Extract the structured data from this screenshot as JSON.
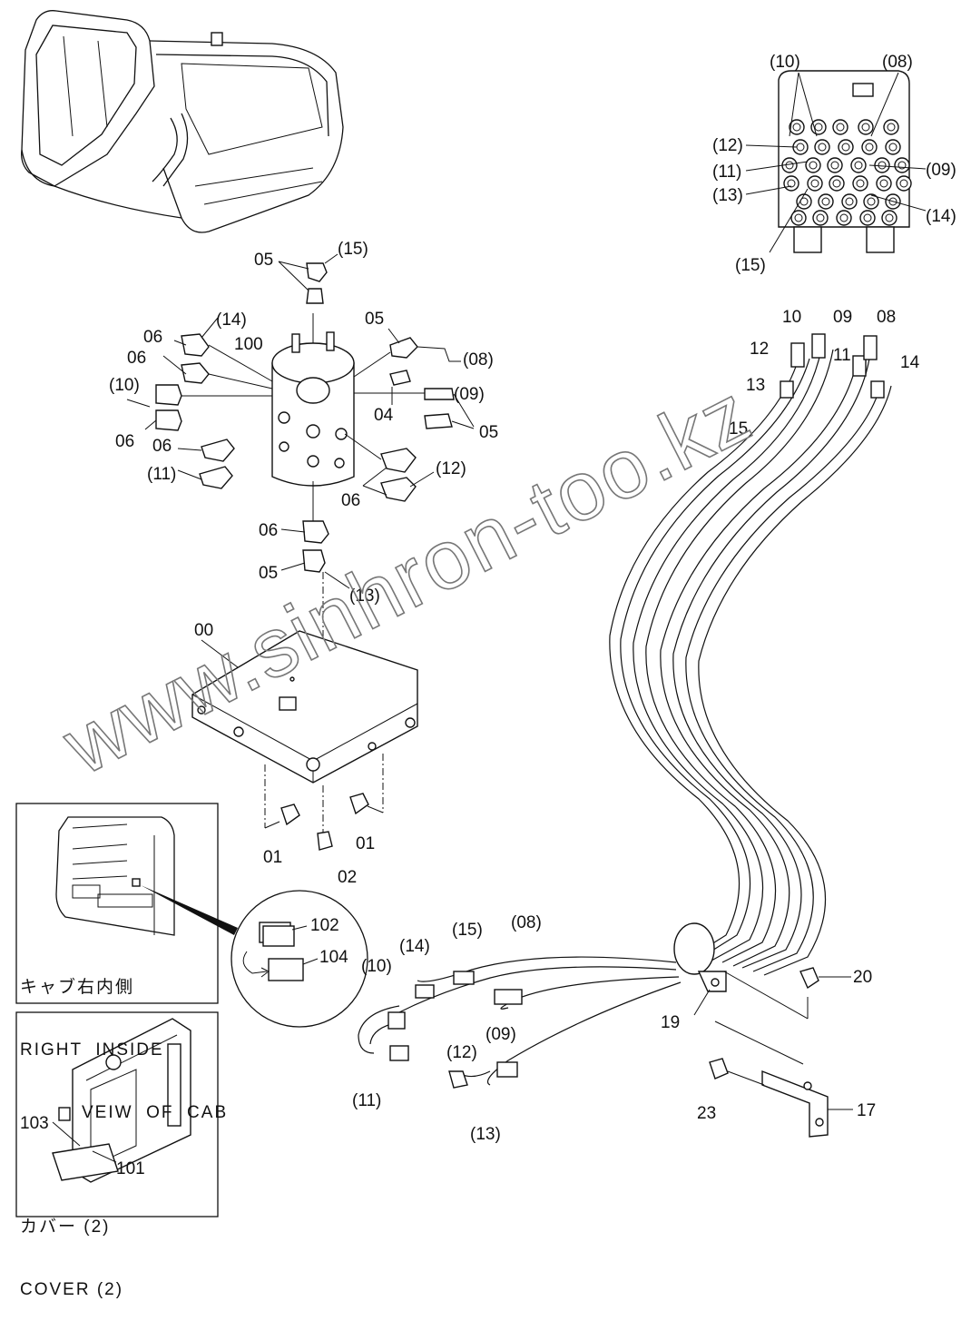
{
  "labels": {
    "main": {
      "p100": "100",
      "p00": "00",
      "p01a": "01",
      "p01b": "01",
      "p02": "02",
      "p04": "04",
      "p05_top": "05",
      "p05_right": "05",
      "p05_r2": "05",
      "p05_bot": "05",
      "p06_a": "06",
      "p06_b": "06",
      "p06_c": "06",
      "p06_d": "06",
      "p06_e": "06",
      "p06_f": "06",
      "h15": "(15)",
      "h14": "(14)",
      "h10": "(10)",
      "h11": "(11)",
      "h08": "(08)",
      "h09": "(09)",
      "h12": "(12)",
      "h13": "(13)"
    },
    "valve": {
      "v10": "(10)",
      "v08": "(08)",
      "v12": "(12)",
      "v11": "(11)",
      "v09": "(09)",
      "v13": "(13)",
      "v14": "(14)",
      "v15": "(15)"
    },
    "hoseTop": {
      "t10": "10",
      "t09": "09",
      "t08": "08",
      "t12": "12",
      "t11": "11",
      "t13": "13",
      "t14": "14",
      "t15": "15"
    },
    "hoseEnds": {
      "e15": "(15)",
      "e08": "(08)",
      "e14": "(14)",
      "e10": "(10)",
      "e09": "(09)",
      "e12": "(12)",
      "e11": "(11)",
      "e13": "(13)"
    },
    "bracket": {
      "b19": "19",
      "b20": "20",
      "b17": "17",
      "b23": "23"
    },
    "inset": {
      "i102": "102",
      "i104": "104",
      "i103": "103",
      "i101": "101"
    }
  },
  "insetCab": {
    "line1": "キャブ右内側",
    "line2": "RIGHT  INSIDE",
    "line3": "VEIW  OF  CAB"
  },
  "insetCover": {
    "line1": "カバー (2)",
    "line2": "COVER (2)"
  },
  "watermark": "www.sinhron-too.kz"
}
